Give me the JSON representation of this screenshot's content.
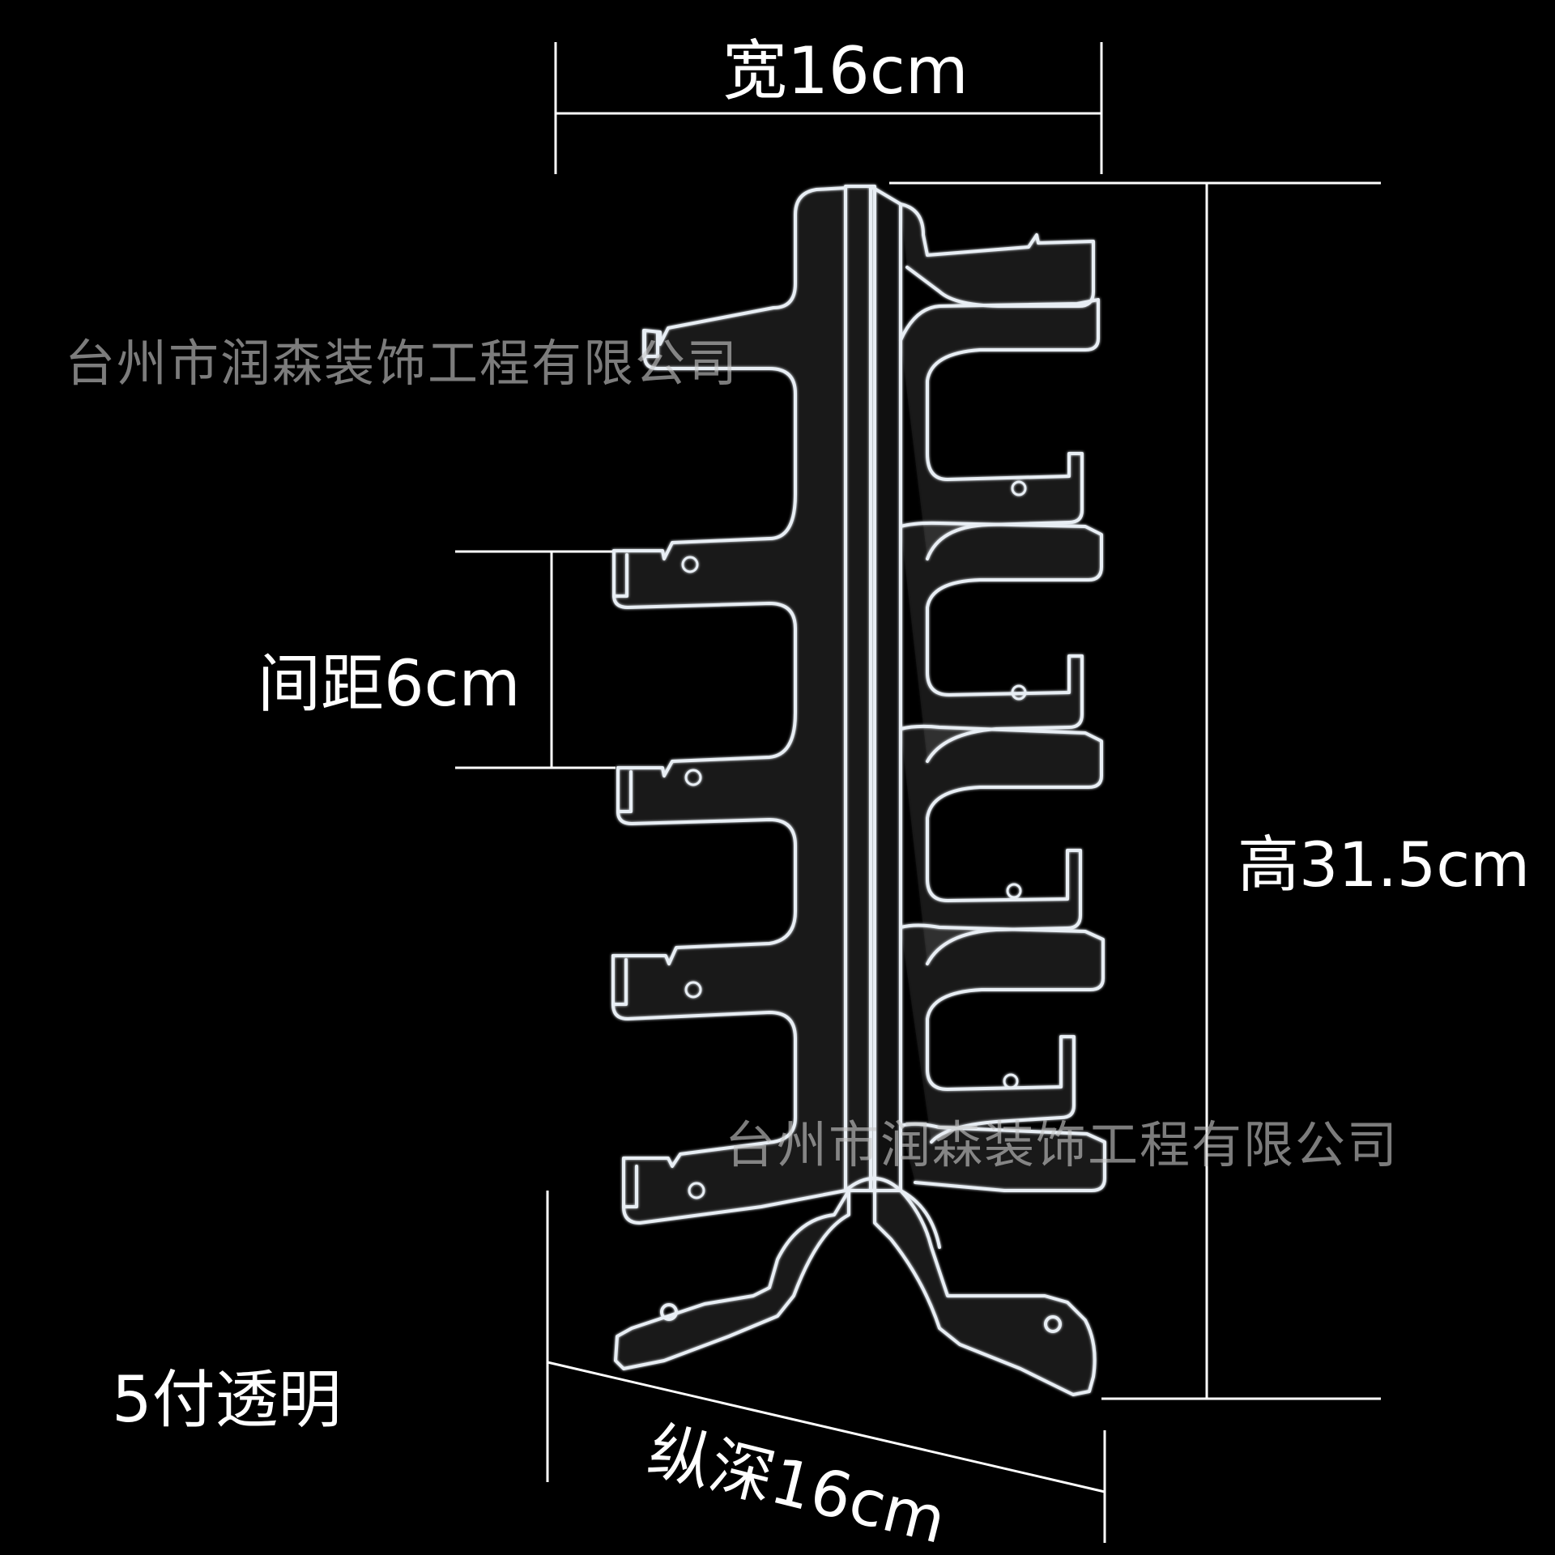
{
  "dimensions": {
    "width_label": "宽16cm",
    "height_label": "高31.5cm",
    "spacing_label": "间距6cm",
    "depth_label": "纵深16cm"
  },
  "product": {
    "variant_label": "5付透明"
  },
  "watermarks": {
    "top": "台州市润森装饰工程有限公司",
    "bottom": "台州市润森装饰工程有限公司"
  },
  "colors": {
    "background": "#000000",
    "dimension_lines": "#ffffff",
    "acrylic_edge": "#e8eef4"
  }
}
